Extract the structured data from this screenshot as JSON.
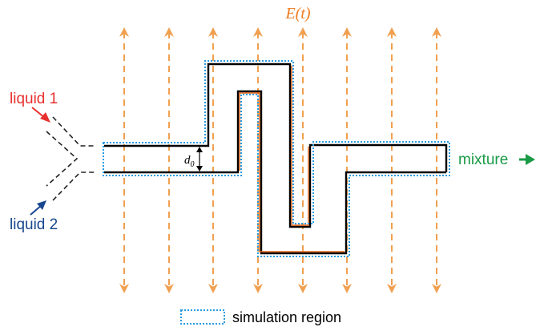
{
  "field_label": "E(t)",
  "gap_label": "d",
  "gap_subscript": "0",
  "inlet_1_label": "liquid 1",
  "inlet_2_label": "liquid 2",
  "outlet_label": "mixture",
  "legend_label": "simulation region",
  "colors": {
    "field": "#f0a050",
    "field_title": "#f07c1e",
    "channel": "#000000",
    "channel_inner": "#e06418",
    "region": "#2a9be0",
    "liquid1": "#e8312f",
    "liquid2": "#17478f",
    "mixture": "#1a9a46",
    "text": "#000000"
  }
}
